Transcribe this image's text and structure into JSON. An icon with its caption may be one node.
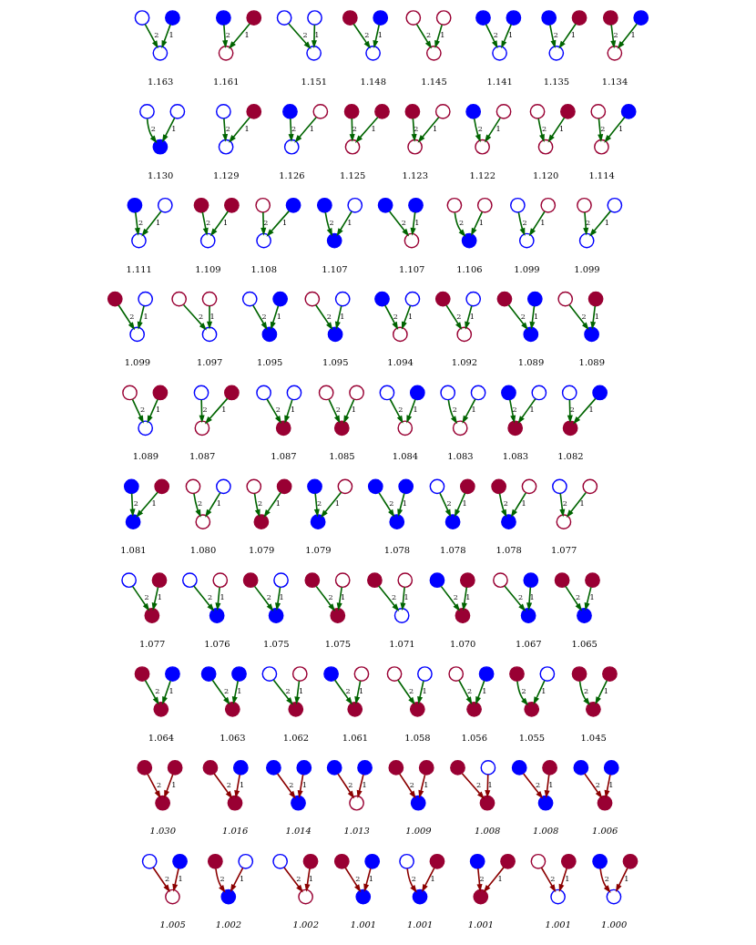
{
  "diagram": {
    "nodes": [
      {
        "text": [],
        "shape": "circle"
      },
      {
        "text": [],
        "shape": "circle"
      },
      {
        "text": [],
        "shape": "circle",
        "beside": [
          "1.163"
        ]
      },
      {
        "text": [],
        "shape": "circle"
      },
      {
        "text": [],
        "shape": "circle"
      },
      {
        "text": [],
        "shape": "circle",
        "beside": [
          "1.161"
        ]
      },
      {
        "text": [],
        "shape": "circle"
      },
      {
        "text": [],
        "shape": "circle"
      },
      {
        "text": [],
        "shape": "circle",
        "beside": [
          "1.151"
        ]
      },
      {
        "text": [],
        "shape": "circle"
      },
      {
        "text": [],
        "shape": "circle"
      },
      {
        "text": [],
        "shape": "circle",
        "beside": [
          "1.148"
        ]
      },
      {
        "text": [],
        "shape": "circle"
      },
      {
        "text": [],
        "shape": "circle"
      },
      {
        "text": [],
        "shape": "circle",
        "beside": [
          "1.145"
        ]
      },
      {
        "text": [],
        "shape": "circle"
      },
      {
        "text": [],
        "shape": "circle"
      },
      {
        "text": [],
        "shape": "circle",
        "beside": [
          "1.141"
        ]
      },
      {
        "text": [],
        "shape": "circle"
      },
      {
        "text": [],
        "shape": "circle"
      },
      {
        "text": [],
        "shape": "circle",
        "beside": [
          "1.135"
        ]
      },
      {
        "text": [],
        "shape": "circle"
      },
      {
        "text": [],
        "shape": "circle"
      },
      {
        "text": [],
        "shape": "circle",
        "beside": [
          "1.134"
        ]
      },
      {
        "text": [],
        "shape": "circle"
      },
      {
        "text": [],
        "shape": "circle"
      },
      {
        "text": [],
        "shape": "circle",
        "beside": [
          "1.130"
        ]
      },
      {
        "text": [],
        "shape": "circle"
      },
      {
        "text": [],
        "shape": "circle"
      },
      {
        "text": [],
        "shape": "circle",
        "beside": [
          "1.129"
        ]
      },
      {
        "text": [],
        "shape": "circle"
      },
      {
        "text": [],
        "shape": "circle"
      },
      {
        "text": [],
        "shape": "circle",
        "beside": [
          "1.126"
        ]
      },
      {
        "text": [],
        "shape": "circle"
      },
      {
        "text": [],
        "shape": "circle"
      },
      {
        "text": [],
        "shape": "circle",
        "beside": [
          "1.125"
        ]
      },
      {
        "text": [],
        "shape": "circle"
      },
      {
        "text": [],
        "shape": "circle"
      },
      {
        "text": [],
        "shape": "circle",
        "beside": [
          "1.123"
        ]
      },
      {
        "text": [],
        "shape": "circle"
      },
      {
        "text": [],
        "shape": "circle"
      },
      {
        "text": [],
        "shape": "circle",
        "beside": [
          "1.122"
        ]
      },
      {
        "text": [],
        "shape": "circle"
      },
      {
        "text": [],
        "shape": "circle"
      },
      {
        "text": [],
        "shape": "circle",
        "beside": [
          "1.120"
        ]
      },
      {
        "text": [],
        "shape": "circle"
      },
      {
        "text": [],
        "shape": "circle"
      },
      {
        "text": [],
        "shape": "circle",
        "beside": [
          "1.114"
        ]
      },
      {
        "text": [],
        "shape": "circle"
      },
      {
        "text": [],
        "shape": "circle"
      },
      {
        "text": [],
        "shape": "circle",
        "beside": [
          "1.111"
        ]
      },
      {
        "text": [],
        "shape": "circle"
      },
      {
        "text": [],
        "shape": "circle"
      },
      {
        "text": [],
        "shape": "circle",
        "beside": [
          "1.109"
        ]
      },
      {
        "text": [],
        "shape": "circle"
      },
      {
        "text": [],
        "shape": "circle"
      },
      {
        "text": [],
        "shape": "circle",
        "beside": [
          "1.108"
        ]
      },
      {
        "text": [],
        "shape": "circle"
      },
      {
        "text": [],
        "shape": "circle"
      },
      {
        "text": [],
        "shape": "circle",
        "beside": [
          "1.107"
        ]
      },
      {
        "text": [],
        "shape": "circle"
      },
      {
        "text": [],
        "shape": "circle"
      },
      {
        "text": [],
        "shape": "circle",
        "beside": [
          "1.107"
        ]
      },
      {
        "text": [],
        "shape": "circle"
      },
      {
        "text": [],
        "shape": "circle"
      },
      {
        "text": [],
        "shape": "circle",
        "beside": [
          "1.106"
        ]
      },
      {
        "text": [],
        "shape": "circle"
      },
      {
        "text": [],
        "shape": "circle"
      },
      {
        "text": [],
        "shape": "circle",
        "beside": [
          "1.099"
        ]
      },
      {
        "text": [],
        "shape": "circle"
      },
      {
        "text": [],
        "shape": "circle"
      },
      {
        "text": [],
        "shape": "circle",
        "beside": [
          "1.099"
        ]
      },
      {
        "text": [],
        "shape": "circle"
      },
      {
        "text": [],
        "shape": "circle"
      },
      {
        "text": [],
        "shape": "circle",
        "beside": [
          "1.099"
        ]
      },
      {
        "text": [],
        "shape": "circle"
      },
      {
        "text": [],
        "shape": "circle"
      },
      {
        "text": [],
        "shape": "circle",
        "beside": [
          "1.097"
        ]
      },
      {
        "text": [],
        "shape": "circle"
      },
      {
        "text": [],
        "shape": "circle"
      },
      {
        "text": [],
        "shape": "circle",
        "beside": [
          "1.095"
        ]
      },
      {
        "text": [],
        "shape": "circle"
      },
      {
        "text": [],
        "shape": "circle"
      },
      {
        "text": [],
        "shape": "circle",
        "beside": [
          "1.095"
        ]
      },
      {
        "text": [],
        "shape": "circle"
      },
      {
        "text": [],
        "shape": "circle"
      },
      {
        "text": [],
        "shape": "circle",
        "beside": [
          "1.094"
        ]
      },
      {
        "text": [],
        "shape": "circle"
      },
      {
        "text": [],
        "shape": "circle"
      },
      {
        "text": [],
        "shape": "circle",
        "beside": [
          "1.092"
        ]
      },
      {
        "text": [],
        "shape": "circle"
      },
      {
        "text": [],
        "shape": "circle"
      },
      {
        "text": [],
        "shape": "circle",
        "beside": [
          "1.089"
        ]
      },
      {
        "text": [],
        "shape": "circle"
      },
      {
        "text": [],
        "shape": "circle"
      },
      {
        "text": [],
        "shape": "circle",
        "beside": [
          "1.089"
        ]
      },
      {
        "text": [],
        "shape": "circle"
      },
      {
        "text": [],
        "shape": "circle"
      },
      {
        "text": [],
        "shape": "circle",
        "beside": [
          "1.089"
        ]
      },
      {
        "text": [],
        "shape": "circle"
      },
      {
        "text": [],
        "shape": "circle"
      },
      {
        "text": [],
        "shape": "circle",
        "beside": [
          "1.087"
        ]
      },
      {
        "text": [],
        "shape": "circle"
      },
      {
        "text": [],
        "shape": "circle"
      },
      {
        "text": [],
        "shape": "circle",
        "beside": [
          "1.087"
        ]
      },
      {
        "text": [],
        "shape": "circle"
      },
      {
        "text": [],
        "shape": "circle"
      },
      {
        "text": [],
        "shape": "circle",
        "beside": [
          "1.085"
        ]
      },
      {
        "text": [],
        "shape": "circle"
      },
      {
        "text": [],
        "shape": "circle"
      },
      {
        "text": [],
        "shape": "circle",
        "beside": [
          "1.084"
        ]
      },
      {
        "text": [],
        "shape": "circle"
      },
      {
        "text": [],
        "shape": "circle"
      },
      {
        "text": [],
        "shape": "circle",
        "beside": [
          "1.083"
        ]
      },
      {
        "text": [],
        "shape": "circle"
      },
      {
        "text": [],
        "shape": "circle"
      },
      {
        "text": [],
        "shape": "circle",
        "beside": [
          "1.083"
        ]
      },
      {
        "text": [],
        "shape": "circle"
      },
      {
        "text": [],
        "shape": "circle"
      },
      {
        "text": [],
        "shape": "circle",
        "beside": [
          "1.082"
        ]
      },
      {
        "text": [],
        "shape": "circle"
      },
      {
        "text": [],
        "shape": "circle"
      },
      {
        "text": [],
        "shape": "circle",
        "beside": [
          "1.081"
        ]
      },
      {
        "text": [],
        "shape": "circle"
      },
      {
        "text": [],
        "shape": "circle"
      },
      {
        "text": [],
        "shape": "circle",
        "beside": [
          "1.080"
        ]
      },
      {
        "text": [],
        "shape": "circle"
      },
      {
        "text": [],
        "shape": "circle"
      },
      {
        "text": [],
        "shape": "circle",
        "beside": [
          "1.079"
        ]
      },
      {
        "text": [],
        "shape": "circle"
      },
      {
        "text": [],
        "shape": "circle"
      },
      {
        "text": [],
        "shape": "circle",
        "beside": [
          "1.079"
        ]
      },
      {
        "text": [],
        "shape": "circle"
      },
      {
        "text": [],
        "shape": "circle"
      },
      {
        "text": [],
        "shape": "circle",
        "beside": [
          "1.078"
        ]
      },
      {
        "text": [],
        "shape": "circle"
      },
      {
        "text": [],
        "shape": "circle"
      },
      {
        "text": [],
        "shape": "circle",
        "beside": [
          "1.078"
        ]
      },
      {
        "text": [],
        "shape": "circle"
      },
      {
        "text": [],
        "shape": "circle"
      },
      {
        "text": [],
        "shape": "circle",
        "beside": [
          "1.078"
        ]
      },
      {
        "text": [],
        "shape": "circle"
      },
      {
        "text": [],
        "shape": "circle"
      },
      {
        "text": [],
        "shape": "circle",
        "beside": [
          "1.077"
        ]
      },
      {
        "text": [],
        "shape": "circle"
      },
      {
        "text": [],
        "shape": "circle"
      },
      {
        "text": [],
        "shape": "circle",
        "beside": [
          "1.077"
        ]
      },
      {
        "text": [],
        "shape": "circle"
      },
      {
        "text": [],
        "shape": "circle"
      },
      {
        "text": [],
        "shape": "circle",
        "beside": [
          "1.076"
        ]
      },
      {
        "text": [],
        "shape": "circle"
      },
      {
        "text": [],
        "shape": "circle"
      },
      {
        "text": [],
        "shape": "circle",
        "beside": [
          "1.075"
        ]
      },
      {
        "text": [],
        "shape": "circle"
      },
      {
        "text": [],
        "shape": "circle"
      },
      {
        "text": [],
        "shape": "circle",
        "beside": [
          "1.075"
        ]
      },
      {
        "text": [],
        "shape": "circle"
      },
      {
        "text": [],
        "shape": "circle"
      },
      {
        "text": [],
        "shape": "circle",
        "beside": [
          "1.071"
        ]
      },
      {
        "text": [],
        "shape": "circle"
      },
      {
        "text": [],
        "shape": "circle"
      },
      {
        "text": [],
        "shape": "circle",
        "beside": [
          "1.070"
        ]
      },
      {
        "text": [],
        "shape": "circle"
      },
      {
        "text": [],
        "shape": "circle"
      },
      {
        "text": [],
        "shape": "circle",
        "beside": [
          "1.067"
        ]
      },
      {
        "text": [],
        "shape": "circle"
      },
      {
        "text": [],
        "shape": "circle"
      },
      {
        "text": [],
        "shape": "circle",
        "beside": [
          "1.065"
        ]
      },
      {
        "text": [],
        "shape": "circle"
      },
      {
        "text": [],
        "shape": "circle"
      },
      {
        "text": [],
        "shape": "circle",
        "beside": [
          "1.064"
        ]
      },
      {
        "text": [],
        "shape": "circle"
      },
      {
        "text": [],
        "shape": "circle"
      },
      {
        "text": [],
        "shape": "circle",
        "beside": [
          "1.063"
        ]
      },
      {
        "text": [],
        "shape": "circle"
      },
      {
        "text": [],
        "shape": "circle"
      },
      {
        "text": [],
        "shape": "circle",
        "beside": [
          "1.062"
        ]
      },
      {
        "text": [],
        "shape": "circle"
      },
      {
        "text": [],
        "shape": "circle"
      },
      {
        "text": [],
        "shape": "circle",
        "beside": [
          "1.061"
        ]
      },
      {
        "text": [],
        "shape": "circle"
      },
      {
        "text": [],
        "shape": "circle"
      },
      {
        "text": [],
        "shape": "circle",
        "beside": [
          "1.058"
        ]
      },
      {
        "text": [],
        "shape": "circle"
      },
      {
        "text": [],
        "shape": "circle"
      },
      {
        "text": [],
        "shape": "circle",
        "beside": [
          "1.056"
        ]
      },
      {
        "text": [],
        "shape": "circle"
      },
      {
        "text": [],
        "shape": "circle"
      },
      {
        "text": [],
        "shape": "circle",
        "beside": [
          "1.055"
        ]
      },
      {
        "text": [],
        "shape": "circle"
      },
      {
        "text": [],
        "shape": "circle"
      },
      {
        "text": [],
        "shape": "circle",
        "beside": [
          "1.045"
        ]
      },
      {
        "text": [],
        "shape": "circle"
      },
      {
        "text": [],
        "shape": "circle"
      },
      {
        "text": [],
        "shape": "circle",
        "beside": [
          "1.030"
        ]
      },
      {
        "text": [],
        "shape": "circle"
      },
      {
        "text": [],
        "shape": "circle"
      },
      {
        "text": [],
        "shape": "circle",
        "beside": [
          "1.016"
        ]
      },
      {
        "text": [],
        "shape": "circle"
      },
      {
        "text": [],
        "shape": "circle"
      },
      {
        "text": [],
        "shape": "circle",
        "beside": [
          "1.014"
        ]
      },
      {
        "text": [],
        "shape": "circle"
      },
      {
        "text": [],
        "shape": "circle"
      },
      {
        "text": [],
        "shape": "circle",
        "beside": [
          "1.013"
        ]
      },
      {
        "text": [],
        "shape": "circle"
      },
      {
        "text": [],
        "shape": "circle"
      },
      {
        "text": [],
        "shape": "circle",
        "beside": [
          "1.009"
        ]
      },
      {
        "text": [],
        "shape": "circle"
      },
      {
        "text": [],
        "shape": "circle"
      },
      {
        "text": [],
        "shape": "circle",
        "beside": [
          "1.008"
        ]
      },
      {
        "text": [],
        "shape": "circle"
      },
      {
        "text": [],
        "shape": "circle"
      },
      {
        "text": [],
        "shape": "circle",
        "beside": [
          "1.008"
        ]
      },
      {
        "text": [],
        "shape": "circle"
      },
      {
        "text": [],
        "shape": "circle"
      },
      {
        "text": [],
        "shape": "circle",
        "beside": [
          "1.006"
        ]
      },
      {
        "text": [],
        "shape": "circle"
      },
      {
        "text": [],
        "shape": "circle"
      },
      {
        "text": [],
        "shape": "circle",
        "beside": [
          "1.005"
        ]
      },
      {
        "text": [],
        "shape": "circle"
      },
      {
        "text": [],
        "shape": "circle"
      },
      {
        "text": [],
        "shape": "circle",
        "beside": [
          "1.002"
        ]
      },
      {
        "text": [],
        "shape": "circle"
      },
      {
        "text": [],
        "shape": "circle"
      },
      {
        "text": [],
        "shape": "circle",
        "beside": [
          "1.002"
        ]
      },
      {
        "text": [],
        "shape": "circle"
      },
      {
        "text": [],
        "shape": "circle"
      },
      {
        "text": [],
        "shape": "circle",
        "beside": [
          "1.001"
        ]
      },
      {
        "text": [],
        "shape": "circle"
      },
      {
        "text": [],
        "shape": "circle"
      },
      {
        "text": [],
        "shape": "circle",
        "beside": [
          "1.001"
        ]
      },
      {
        "text": [],
        "shape": "circle"
      },
      {
        "text": [],
        "shape": "circle"
      },
      {
        "text": [],
        "shape": "circle",
        "beside": [
          "1.001"
        ]
      },
      {
        "text": [],
        "shape": "circle"
      },
      {
        "text": [],
        "shape": "circle"
      },
      {
        "text": [],
        "shape": "circle",
        "beside": [
          "1.001"
        ]
      },
      {
        "text": [],
        "shape": "circle"
      },
      {
        "text": [],
        "shape": "circle"
      },
      {
        "text": [],
        "shape": "circle",
        "beside": [
          "1.000"
        ]
      }
    ],
    "edges": [
      {
        "from": 0,
        "to": 2,
        "arrow": "to",
        "label": "2"
      },
      {
        "from": 1,
        "to": 2,
        "arrow": "to",
        "label": "1"
      },
      {
        "from": 3,
        "to": 5,
        "arrow": "to",
        "label": "2"
      },
      {
        "from": 4,
        "to": 5,
        "arrow": "to",
        "label": "1"
      },
      {
        "from": 6,
        "to": 8,
        "arrow": "to",
        "label": "2"
      },
      {
        "from": 7,
        "to": 8,
        "arrow": "to",
        "label": "1"
      },
      {
        "from": 9,
        "to": 11,
        "arrow": "to",
        "label": "2"
      },
      {
        "from": 10,
        "to": 11,
        "arrow": "to",
        "label": "1"
      },
      {
        "from": 12,
        "to": 14,
        "arrow": "to",
        "label": "2"
      },
      {
        "from": 13,
        "to": 14,
        "arrow": "to",
        "label": "1"
      },
      {
        "from": 15,
        "to": 17,
        "arrow": "to",
        "label": "2"
      },
      {
        "from": 16,
        "to": 17,
        "arrow": "to",
        "label": "1"
      },
      {
        "from": 18,
        "to": 20,
        "arrow": "to",
        "label": "2"
      },
      {
        "from": 19,
        "to": 20,
        "arrow": "to",
        "label": "1"
      },
      {
        "from": 21,
        "to": 23,
        "arrow": "to",
        "label": "2"
      },
      {
        "from": 22,
        "to": 23,
        "arrow": "to",
        "label": "1"
      },
      {
        "from": 24,
        "to": 26,
        "arrow": "to",
        "label": "2"
      },
      {
        "from": 25,
        "to": 26,
        "arrow": "to",
        "label": "1"
      },
      {
        "from": 27,
        "to": 29,
        "arrow": "to",
        "label": "2"
      },
      {
        "from": 28,
        "to": 29,
        "arrow": "to",
        "label": "1"
      },
      {
        "from": 30,
        "to": 32,
        "arrow": "to",
        "label": "2"
      },
      {
        "from": 31,
        "to": 32,
        "arrow": "to",
        "label": "1"
      },
      {
        "from": 33,
        "to": 35,
        "arrow": "to",
        "label": "2"
      },
      {
        "from": 34,
        "to": 35,
        "arrow": "to",
        "label": "1"
      },
      {
        "from": 36,
        "to": 38,
        "arrow": "to",
        "label": "2"
      },
      {
        "from": 37,
        "to": 38,
        "arrow": "to",
        "label": "1"
      },
      {
        "from": 39,
        "to": 41,
        "arrow": "to",
        "label": "2"
      },
      {
        "from": 40,
        "to": 41,
        "arrow": "to",
        "label": "1"
      },
      {
        "from": 42,
        "to": 44,
        "arrow": "to",
        "label": "2"
      },
      {
        "from": 43,
        "to": 44,
        "arrow": "to",
        "label": "1"
      },
      {
        "from": 45,
        "to": 47,
        "arrow": "to",
        "label": "2"
      },
      {
        "from": 46,
        "to": 47,
        "arrow": "to",
        "label": "1"
      },
      {
        "from": 48,
        "to": 50,
        "arrow": "to",
        "label": "2"
      },
      {
        "from": 49,
        "to": 50,
        "arrow": "to",
        "label": "1"
      },
      {
        "from": 51,
        "to": 53,
        "arrow": "to",
        "label": "2"
      },
      {
        "from": 52,
        "to": 53,
        "arrow": "to",
        "label": "1"
      },
      {
        "from": 54,
        "to": 56,
        "arrow": "to",
        "label": "2"
      },
      {
        "from": 55,
        "to": 56,
        "arrow": "to",
        "label": "1"
      },
      {
        "from": 57,
        "to": 59,
        "arrow": "to",
        "label": "2"
      },
      {
        "from": 58,
        "to": 59,
        "arrow": "to",
        "label": "1"
      },
      {
        "from": 60,
        "to": 62,
        "arrow": "to",
        "label": "2"
      },
      {
        "from": 61,
        "to": 62,
        "arrow": "to",
        "label": "1"
      },
      {
        "from": 63,
        "to": 65,
        "arrow": "to",
        "label": "2"
      },
      {
        "from": 64,
        "to": 65,
        "arrow": "to",
        "label": "1"
      },
      {
        "from": 66,
        "to": 68,
        "arrow": "to",
        "label": "2"
      },
      {
        "from": 67,
        "to": 68,
        "arrow": "to",
        "label": "1"
      },
      {
        "from": 69,
        "to": 71,
        "arrow": "to",
        "label": "2"
      },
      {
        "from": 70,
        "to": 71,
        "arrow": "to",
        "label": "1"
      },
      {
        "from": 72,
        "to": 74,
        "arrow": "to",
        "label": "2"
      },
      {
        "from": 73,
        "to": 74,
        "arrow": "to",
        "label": "1"
      },
      {
        "from": 75,
        "to": 77,
        "arrow": "to",
        "label": "2"
      },
      {
        "from": 76,
        "to": 77,
        "arrow": "to",
        "label": "1"
      },
      {
        "from": 78,
        "to": 80,
        "arrow": "to",
        "label": "2"
      },
      {
        "from": 79,
        "to": 80,
        "arrow": "to",
        "label": "1"
      },
      {
        "from": 81,
        "to": 83,
        "arrow": "to",
        "label": "2"
      },
      {
        "from": 82,
        "to": 83,
        "arrow": "to",
        "label": "1"
      },
      {
        "from": 84,
        "to": 86,
        "arrow": "to",
        "label": "2"
      },
      {
        "from": 85,
        "to": 86,
        "arrow": "to",
        "label": "1"
      },
      {
        "from": 87,
        "to": 89,
        "arrow": "to",
        "label": "2"
      },
      {
        "from": 88,
        "to": 89,
        "arrow": "to",
        "label": "1"
      },
      {
        "from": 90,
        "to": 92,
        "arrow": "to",
        "label": "2"
      },
      {
        "from": 91,
        "to": 92,
        "arrow": "to",
        "label": "1"
      },
      {
        "from": 93,
        "to": 95,
        "arrow": "to",
        "label": "2"
      },
      {
        "from": 94,
        "to": 95,
        "arrow": "to",
        "label": "1"
      },
      {
        "from": 96,
        "to": 98,
        "arrow": "to",
        "label": "2"
      },
      {
        "from": 97,
        "to": 98,
        "arrow": "to",
        "label": "1"
      },
      {
        "from": 99,
        "to": 101,
        "arrow": "to",
        "label": "2"
      },
      {
        "from": 100,
        "to": 101,
        "arrow": "to",
        "label": "1"
      },
      {
        "from": 102,
        "to": 104,
        "arrow": "to",
        "label": "2"
      },
      {
        "from": 103,
        "to": 104,
        "arrow": "to",
        "label": "1"
      },
      {
        "from": 105,
        "to": 107,
        "arrow": "to",
        "label": "2"
      },
      {
        "from": 106,
        "to": 107,
        "arrow": "to",
        "label": "1"
      },
      {
        "from": 108,
        "to": 110,
        "arrow": "to",
        "label": "2"
      },
      {
        "from": 109,
        "to": 110,
        "arrow": "to",
        "label": "1"
      },
      {
        "from": 111,
        "to": 113,
        "arrow": "to",
        "label": "2"
      },
      {
        "from": 112,
        "to": 113,
        "arrow": "to",
        "label": "1"
      },
      {
        "from": 114,
        "to": 116,
        "arrow": "to",
        "label": "2"
      },
      {
        "from": 115,
        "to": 116,
        "arrow": "to",
        "label": "1"
      },
      {
        "from": 117,
        "to": 119,
        "arrow": "to",
        "label": "2"
      },
      {
        "from": 118,
        "to": 119,
        "arrow": "to",
        "label": "1"
      },
      {
        "from": 120,
        "to": 122,
        "arrow": "to",
        "label": "2"
      },
      {
        "from": 121,
        "to": 122,
        "arrow": "to",
        "label": "1"
      },
      {
        "from": 123,
        "to": 125,
        "arrow": "to",
        "label": "2"
      },
      {
        "from": 124,
        "to": 125,
        "arrow": "to",
        "label": "1"
      },
      {
        "from": 126,
        "to": 128,
        "arrow": "to",
        "label": "2"
      },
      {
        "from": 127,
        "to": 128,
        "arrow": "to",
        "label": "1"
      },
      {
        "from": 129,
        "to": 131,
        "arrow": "to",
        "label": "2"
      },
      {
        "from": 130,
        "to": 131,
        "arrow": "to",
        "label": "1"
      },
      {
        "from": 132,
        "to": 134,
        "arrow": "to",
        "label": "2"
      },
      {
        "from": 133,
        "to": 134,
        "arrow": "to",
        "label": "1"
      },
      {
        "from": 135,
        "to": 137,
        "arrow": "to",
        "label": "2"
      },
      {
        "from": 136,
        "to": 137,
        "arrow": "to",
        "label": "1"
      },
      {
        "from": 138,
        "to": 140,
        "arrow": "to",
        "label": "2"
      },
      {
        "from": 139,
        "to": 140,
        "arrow": "to",
        "label": "1"
      },
      {
        "from": 141,
        "to": 143,
        "arrow": "to",
        "label": "2"
      },
      {
        "from": 142,
        "to": 143,
        "arrow": "to",
        "label": "1"
      },
      {
        "from": 144,
        "to": 146,
        "arrow": "to",
        "label": "2"
      },
      {
        "from": 145,
        "to": 146,
        "arrow": "to",
        "label": "1"
      },
      {
        "from": 147,
        "to": 149,
        "arrow": "to",
        "label": "2"
      },
      {
        "from": 148,
        "to": 149,
        "arrow": "to",
        "label": "1"
      },
      {
        "from": 150,
        "to": 152,
        "arrow": "to",
        "label": "2"
      },
      {
        "from": 151,
        "to": 152,
        "arrow": "to",
        "label": "1"
      },
      {
        "from": 153,
        "to": 155,
        "arrow": "to",
        "label": "2"
      },
      {
        "from": 154,
        "to": 155,
        "arrow": "to",
        "label": "1"
      },
      {
        "from": 156,
        "to": 158,
        "arrow": "to",
        "label": "2"
      },
      {
        "from": 157,
        "to": 158,
        "arrow": "to",
        "label": "1"
      },
      {
        "from": 159,
        "to": 161,
        "arrow": "to",
        "label": "2"
      },
      {
        "from": 160,
        "to": 161,
        "arrow": "to",
        "label": "1"
      },
      {
        "from": 162,
        "to": 164,
        "arrow": "to",
        "label": "2"
      },
      {
        "from": 163,
        "to": 164,
        "arrow": "to",
        "label": "1"
      },
      {
        "from": 165,
        "to": 167,
        "arrow": "to",
        "label": "2"
      },
      {
        "from": 166,
        "to": 167,
        "arrow": "to",
        "label": "1"
      },
      {
        "from": 168,
        "to": 170,
        "arrow": "to",
        "label": "2"
      },
      {
        "from": 169,
        "to": 170,
        "arrow": "to",
        "label": "1"
      },
      {
        "from": 171,
        "to": 173,
        "arrow": "to",
        "label": "2"
      },
      {
        "from": 172,
        "to": 173,
        "arrow": "to",
        "label": "1"
      },
      {
        "from": 174,
        "to": 176,
        "arrow": "to",
        "label": "2"
      },
      {
        "from": 175,
        "to": 176,
        "arrow": "to",
        "label": "1"
      },
      {
        "from": 177,
        "to": 179,
        "arrow": "to",
        "label": "2"
      },
      {
        "from": 178,
        "to": 179,
        "arrow": "to",
        "label": "1"
      },
      {
        "from": 180,
        "to": 182,
        "arrow": "to",
        "label": "2"
      },
      {
        "from": 181,
        "to": 182,
        "arrow": "to",
        "label": "1"
      },
      {
        "from": 183,
        "to": 185,
        "arrow": "to",
        "label": "2"
      },
      {
        "from": 184,
        "to": 185,
        "arrow": "to",
        "label": "1"
      },
      {
        "from": 186,
        "to": 188,
        "arrow": "to",
        "label": "2"
      },
      {
        "from": 187,
        "to": 188,
        "arrow": "to",
        "label": "1"
      },
      {
        "from": 189,
        "to": 191,
        "arrow": "to",
        "label": "2"
      },
      {
        "from": 190,
        "to": 191,
        "arrow": "to",
        "label": "1"
      },
      {
        "from": 192,
        "to": 194,
        "arrow": "to",
        "label": "2",
        "color": "#8b0000"
      },
      {
        "from": 193,
        "to": 194,
        "arrow": "to",
        "label": "1",
        "color": "#8b0000"
      },
      {
        "from": 195,
        "to": 197,
        "arrow": "to",
        "label": "2",
        "color": "#8b0000"
      },
      {
        "from": 196,
        "to": 197,
        "arrow": "to",
        "label": "1",
        "color": "#8b0000"
      },
      {
        "from": 198,
        "to": 200,
        "arrow": "to",
        "label": "2",
        "color": "#8b0000"
      },
      {
        "from": 199,
        "to": 200,
        "arrow": "to",
        "label": "1",
        "color": "#8b0000"
      },
      {
        "from": 201,
        "to": 203,
        "arrow": "to",
        "label": "2",
        "color": "#8b0000"
      },
      {
        "from": 202,
        "to": 203,
        "arrow": "to",
        "label": "1",
        "color": "#8b0000"
      },
      {
        "from": 204,
        "to": 206,
        "arrow": "to",
        "label": "2",
        "color": "#8b0000"
      },
      {
        "from": 205,
        "to": 206,
        "arrow": "to",
        "label": "1",
        "color": "#8b0000"
      },
      {
        "from": 207,
        "to": 209,
        "arrow": "to",
        "label": "2",
        "color": "#8b0000"
      },
      {
        "from": 208,
        "to": 209,
        "arrow": "to",
        "label": "1",
        "color": "#8b0000"
      },
      {
        "from": 210,
        "to": 212,
        "arrow": "to",
        "label": "2",
        "color": "#8b0000"
      },
      {
        "from": 211,
        "to": 212,
        "arrow": "to",
        "label": "1",
        "color": "#8b0000"
      },
      {
        "from": 213,
        "to": 215,
        "arrow": "to",
        "label": "2",
        "color": "#8b0000"
      },
      {
        "from": 214,
        "to": 215,
        "arrow": "to",
        "label": "1",
        "color": "#8b0000"
      },
      {
        "from": 216,
        "to": 218,
        "arrow": "to",
        "label": "2",
        "color": "#8b0000"
      },
      {
        "from": 217,
        "to": 218,
        "arrow": "to",
        "label": "1",
        "color": "#8b0000"
      },
      {
        "from": 219,
        "to": 221,
        "arrow": "to",
        "label": "2",
        "color": "#8b0000"
      },
      {
        "from": 220,
        "to": 221,
        "arrow": "to",
        "label": "1",
        "color": "#8b0000"
      },
      {
        "from": 222,
        "to": 224,
        "arrow": "to",
        "label": "2",
        "color": "#8b0000"
      },
      {
        "from": 223,
        "to": 224,
        "arrow": "to",
        "label": "1",
        "color": "#8b0000"
      },
      {
        "from": 225,
        "to": 227,
        "arrow": "to",
        "label": "2",
        "color": "#8b0000"
      },
      {
        "from": 226,
        "to": 227,
        "arrow": "to",
        "label": "1",
        "color": "#8b0000"
      },
      {
        "from": 228,
        "to": 230,
        "arrow": "to",
        "label": "2",
        "color": "#8b0000"
      },
      {
        "from": 229,
        "to": 230,
        "arrow": "to",
        "label": "1",
        "color": "#8b0000"
      },
      {
        "from": 231,
        "to": 233,
        "arrow": "to",
        "label": "2",
        "color": "#8b0000"
      },
      {
        "from": 232,
        "to": 233,
        "arrow": "to",
        "label": "1",
        "color": "#8b0000"
      },
      {
        "from": 234,
        "to": 236,
        "arrow": "to",
        "label": "2",
        "color": "#8b0000"
      },
      {
        "from": 235,
        "to": 236,
        "arrow": "to",
        "label": "1",
        "color": "#8b0000"
      },
      {
        "from": 237,
        "to": 239,
        "arrow": "to",
        "label": "2",
        "color": "#8b0000"
      },
      {
        "from": 238,
        "to": 239,
        "arrow": "to",
        "label": "1",
        "color": "#8b0000"
      }
    ]
  }
}
